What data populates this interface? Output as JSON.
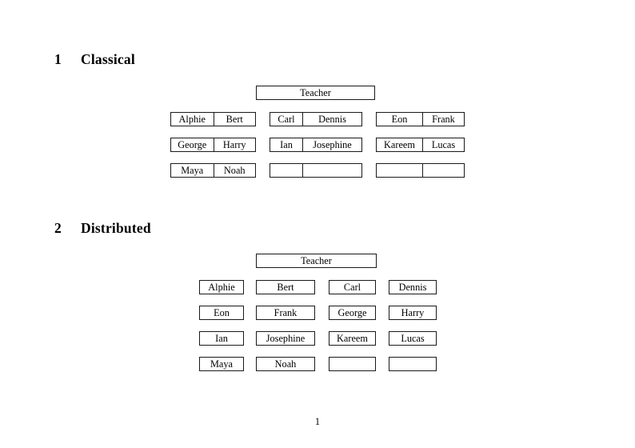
{
  "document": {
    "folio": "1"
  },
  "sections": [
    {
      "number": "1",
      "title": "Classical",
      "teacher_label": "Teacher",
      "layout": "paired-columns",
      "groups": [
        {
          "rows": [
            {
              "left": "Alphie",
              "right": "Bert"
            },
            {
              "left": "George",
              "right": "Harry"
            },
            {
              "left": "Maya",
              "right": "Noah"
            }
          ]
        },
        {
          "rows": [
            {
              "left": "Carl",
              "right": "Dennis"
            },
            {
              "left": "Ian",
              "right": "Josephine"
            },
            {
              "left": "",
              "right": ""
            }
          ]
        },
        {
          "rows": [
            {
              "left": "Eon",
              "right": "Frank"
            },
            {
              "left": "Kareem",
              "right": "Lucas"
            },
            {
              "left": "",
              "right": ""
            }
          ]
        }
      ]
    },
    {
      "number": "2",
      "title": "Distributed",
      "teacher_label": "Teacher",
      "layout": "single-boxes",
      "rows": [
        [
          "Alphie",
          "Bert",
          "Carl",
          "Dennis"
        ],
        [
          "Eon",
          "Frank",
          "George",
          "Harry"
        ],
        [
          "Ian",
          "Josephine",
          "Kareem",
          "Lucas"
        ],
        [
          "Maya",
          "Noah",
          "",
          ""
        ]
      ]
    }
  ]
}
